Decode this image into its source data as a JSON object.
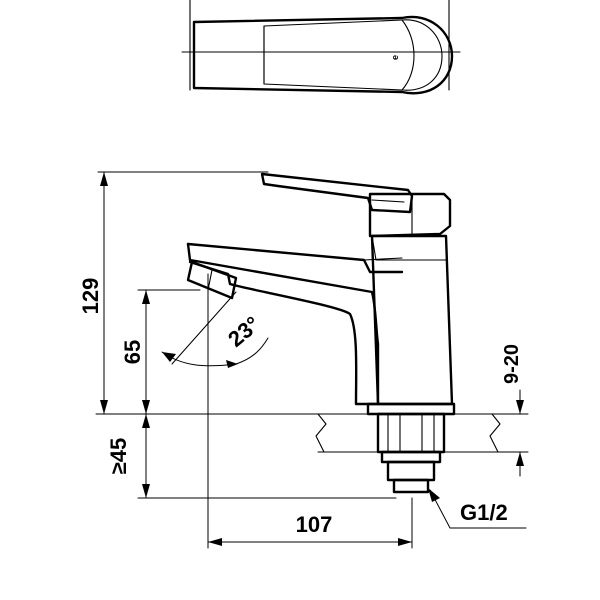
{
  "labels": {
    "height_total": "129",
    "height_spout": "65",
    "angle": "23°",
    "base_thread": "9-20",
    "below_deck": "≥45",
    "reach": "107",
    "thread": "G1/2"
  },
  "top_view": {
    "brand_mark": "e"
  }
}
